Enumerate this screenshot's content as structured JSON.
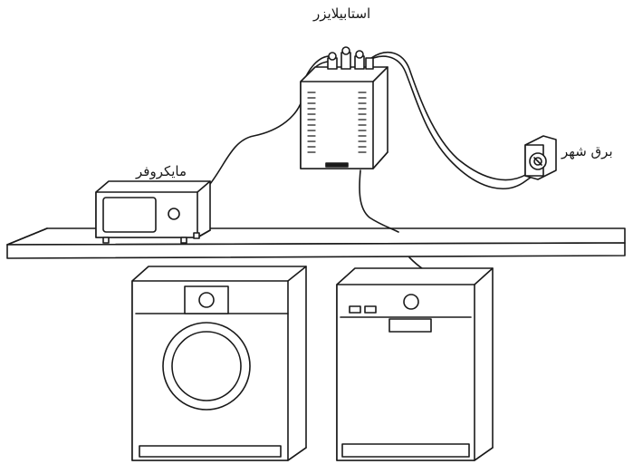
{
  "labels": {
    "stabilizer": "استابیلایزر",
    "microwave": "مایکروفر",
    "city_power": "برق شهر"
  },
  "colors": {
    "line": "#1a1a1a",
    "background": "#ffffff"
  }
}
